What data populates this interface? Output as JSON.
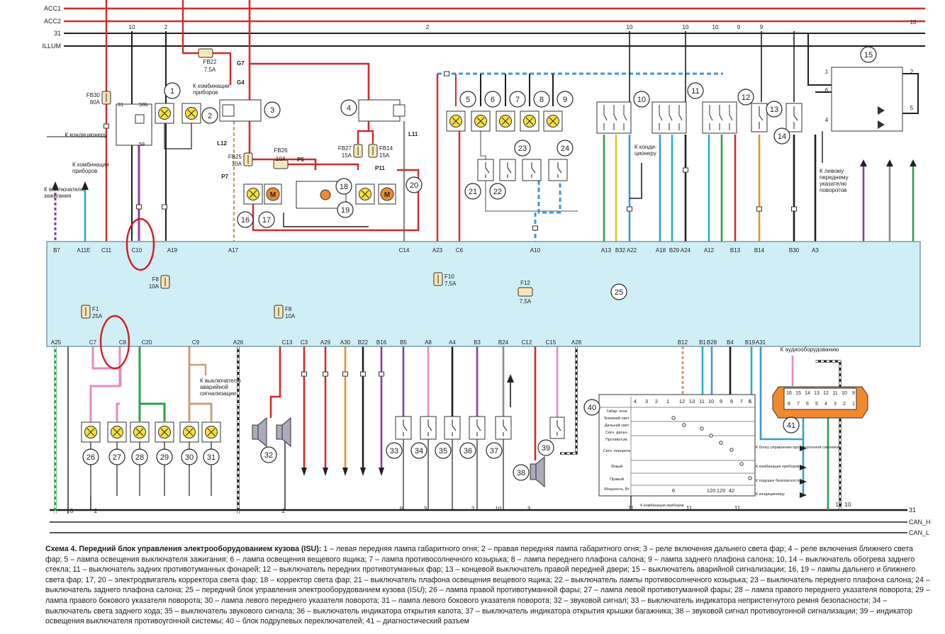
{
  "rails": {
    "labels": [
      "ACC1",
      "ACC2",
      "31",
      "ILLUM"
    ],
    "bottom": [
      "31",
      "CAN_H",
      "CAN_L"
    ]
  },
  "wire_tags": [
    "10",
    "2",
    "2",
    "10",
    "10",
    "10",
    "9",
    "9",
    "10"
  ],
  "fuses": {
    "fb30": [
      "FB30",
      "80A"
    ],
    "fb22": [
      "FB22",
      "7,5A"
    ],
    "fb25": [
      "FB25",
      "10A"
    ],
    "fb26": [
      "FB26",
      "10A"
    ],
    "fb27": [
      "FB27",
      "15A"
    ],
    "fb14": [
      "FB14",
      "15A"
    ],
    "f8a": [
      "F8",
      "10A"
    ],
    "f10": [
      "F10",
      "7,5A"
    ],
    "f12": [
      "F12",
      "7,5A"
    ],
    "f1": [
      "F1",
      "25A"
    ],
    "f8b": [
      "F8",
      "10A"
    ]
  },
  "connectors": {
    "g7": "G7",
    "g4": "G4",
    "l12": "L12",
    "p7": "P7",
    "p5": "P5",
    "p11": "P11",
    "l11": "L11"
  },
  "relay_pins": [
    "31",
    "58b",
    "58"
  ],
  "notes": {
    "kond1": "К кондиционеру",
    "komb1": [
      "К комбинации",
      "приборов"
    ],
    "komb2": [
      "К комбинации",
      "приборов"
    ],
    "zazh": [
      "К выключателю",
      "зажигания"
    ],
    "kond2": [
      "К конди-",
      "ционеру"
    ],
    "left_turn": [
      "К левому",
      "переднему",
      "указателю",
      "поворотов"
    ],
    "hazard": [
      "К выключателю",
      "аварийной",
      "сигнализации"
    ],
    "audio": "К аудиооборудованию"
  },
  "top_pins": [
    "B7",
    "A11E",
    "C11",
    "C10",
    "A19",
    "A17",
    "C14",
    "A23",
    "C6",
    "A10",
    "A13",
    "B32",
    "A22",
    "A18",
    "B29",
    "A24",
    "A12",
    "B13",
    "B14",
    "B30",
    "A3"
  ],
  "bottom_pins": [
    "A25",
    "C7",
    "C8",
    "C20",
    "C9",
    "A26",
    "C13",
    "C3",
    "A29",
    "A30",
    "B22",
    "B16",
    "B5",
    "A8",
    "A4",
    "B3",
    "B24",
    "C12",
    "C15",
    "A28",
    "B12",
    "B1",
    "B28",
    "B4",
    "B19",
    "A31"
  ],
  "component_numbers": [
    "1",
    "2",
    "3",
    "4",
    "5",
    "6",
    "7",
    "8",
    "9",
    "10",
    "11",
    "12",
    "13",
    "14",
    "15",
    "16",
    "17",
    "18",
    "19",
    "20",
    "21",
    "22",
    "23",
    "24",
    "25",
    "26",
    "27",
    "28",
    "29",
    "30",
    "31",
    "32",
    "33",
    "34",
    "35",
    "36",
    "37",
    "38",
    "39",
    "40",
    "41"
  ],
  "bottom_tags": [
    "8",
    "2",
    "2",
    "9",
    "3",
    "2",
    "10",
    "3",
    "11",
    "11",
    "11",
    "10",
    "10"
  ],
  "switch_block": {
    "header": [
      "4",
      "3",
      "2",
      "1",
      "12",
      "13",
      "11",
      "10",
      "9",
      "8",
      "7",
      "6",
      "5"
    ],
    "rows": [
      "Габар. огни",
      "Ближний свет",
      "Дальний свет",
      "Сигн. дальн.",
      "Противотум.",
      "Сигн. поворота",
      "Левый",
      "Правый",
      "Мощность, Вт"
    ],
    "footer": [
      "6",
      "120",
      "120",
      "42"
    ],
    "outs": [
      "К блоку управления противоугонной системой",
      "К комбинации приборов",
      "К подушке безопасности",
      "К кондиционеру"
    ],
    "under": "К комбинации приборов"
  },
  "diag_pins": {
    "top": [
      "16",
      "15",
      "14",
      "13",
      "12",
      "11",
      "10",
      "9"
    ],
    "bottom": [
      "8",
      "7",
      "6",
      "5",
      "4",
      "3",
      "2",
      "1"
    ]
  },
  "caption": {
    "title": "Схема 4. Передний блок управления электрооборудованием кузова (ISU):",
    "text": " 1 – левая передняя лампа габаритного огня; 2 – правая передняя лампа габаритного огня; 3 – реле включения дальнего света фар; 4 – реле включения ближнего света фар; 5 – лампа освещения выключателя зажигания; 6 – лампа освещения вещевого ящика; 7 – лампа противосолнечного козырька; 8 – лампа переднего плафона салона; 9 – лампа заднего плафона салона; 10, 14 – выключатель обогрева заднего стекла; 11 – выключатель задних противотуманных фонарей; 12 – выключатель передних противотуманных фар; 13 – концевой выключатель правой передней двери; 15 – выключатель аварийной сигнализации; 16, 19 – лампы дальнего и ближнего света фар; 17, 20 – электродвигатель корректора света фар; 18 – корректор света фар; 21 – выключатель плафона освещения вещевого ящика; 22 – выключатель лампы противосолнечного козырька; 23 – выключатель переднего плафона салона; 24 – выключатель заднего плафона салона; 25 – передний блок управления электрооборудованием кузова (ISU); 26 – лампа правой противотуманной фары; 27 – лампа левой противотуманной фары; 28 – лампа правого переднего указателя поворота; 29 – лампа правого бокового указателя поворота; 30 – лампа левого переднего указателя поворота; 31 – лампа левого бокового указателя поворота; 32 – звуковой сигнал; 33 – выключатель индикатора непристегнутого ремня безопасности; 34 – выключатель света заднего хода; 35 – выключатель звукового сигнала; 36 – выключатель индикатора открытия капота; 37 – выключатель индикатора открытия крышки багажника; 38 – звуковой сигнал противоугонной сигнализации; 39 – индикатор освещения выключателя противоугонной системы; 40 – блок подрулевых переключателей; 41 – диагностический разъем"
  },
  "colors": {
    "red": "#d42a2a",
    "black": "#1f1f1f",
    "blue": "#3a9ad9",
    "cyan": "#27b1c9",
    "green": "#2e9e4e",
    "violet": "#8a3fa0",
    "pink": "#e58bc4",
    "orange": "#e8902a",
    "yellow": "#e2c428",
    "grey": "#8d8d8d",
    "tan": "#c9a074",
    "module": "#cfeef6",
    "module_border": "#6b8f99",
    "lamp": "#f6e23a",
    "motor": "#f08a2c",
    "callout": "#d41e1e"
  }
}
